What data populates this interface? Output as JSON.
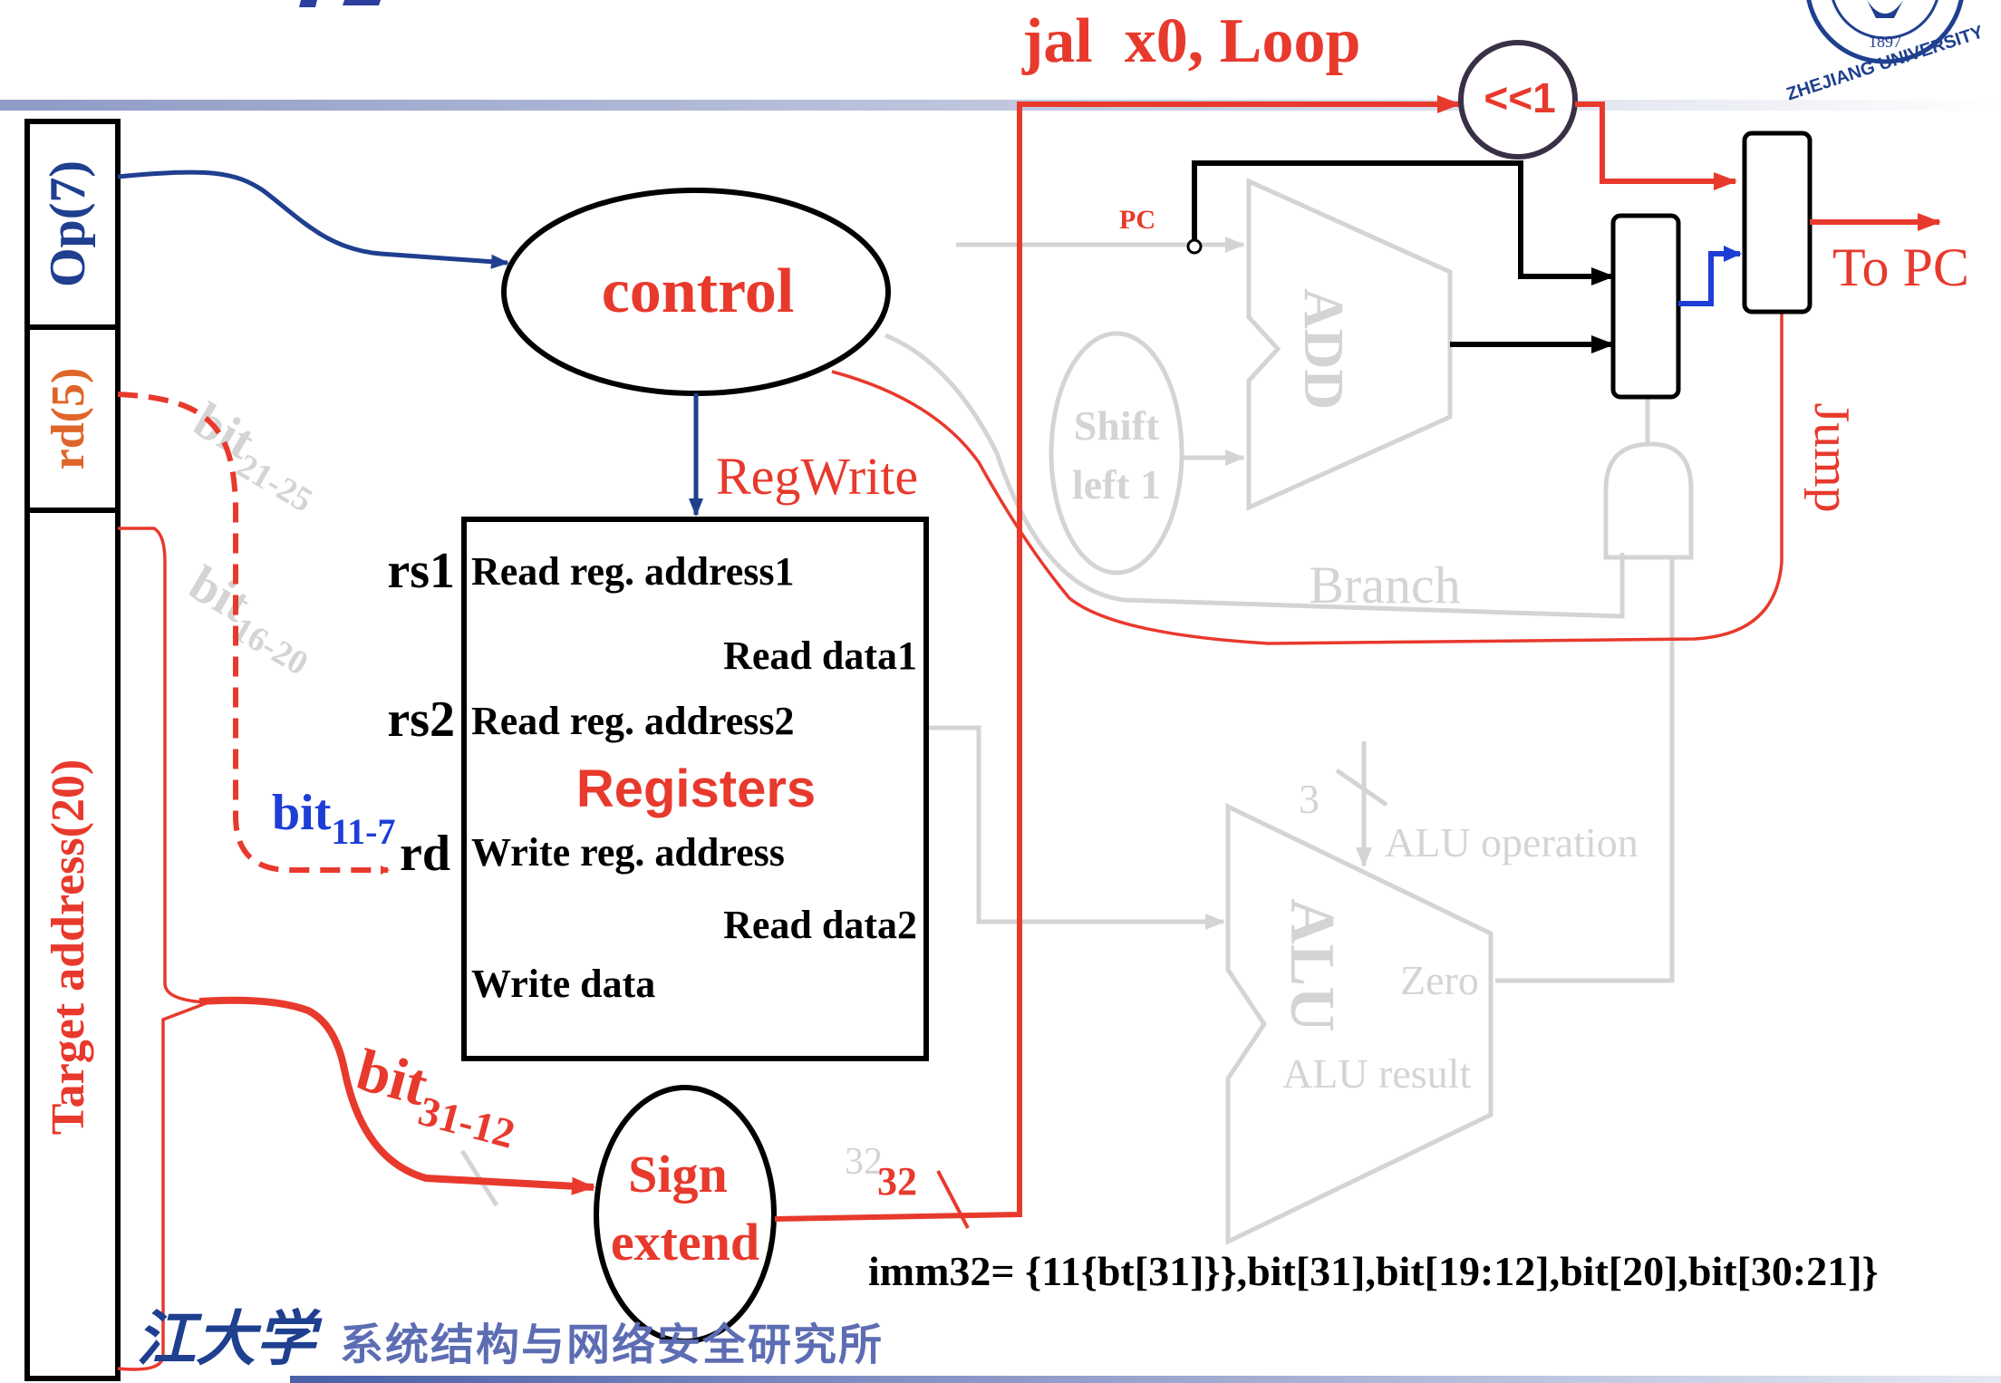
{
  "title": "jal  x0, Loop",
  "fields": {
    "op": "Op(7)",
    "rd": "rd(5)",
    "target": "Target address(20)"
  },
  "bit_ranges": {
    "b21_25": "bit",
    "b21_25_sub": "21-25",
    "b16_20": "bit",
    "b16_20_sub": "16-20",
    "b11_7": "bit",
    "b11_7_sub": "11-7",
    "b31_12": "bit",
    "b31_12_sub": "31-12"
  },
  "control": "control",
  "regwrite": "RegWrite",
  "registers": {
    "title": "Registers",
    "read_addr1": "Read reg. address1",
    "read_data1": "Read data1",
    "read_addr2": "Read reg. address2",
    "write_addr": "Write reg. address",
    "read_data2": "Read data2",
    "write_data": "Write data",
    "rs1": "rs1",
    "rs2": "rs2",
    "rd": "rd"
  },
  "sign_extend": {
    "line1": "Sign",
    "line2": "extend"
  },
  "widths": {
    "w32a": "32",
    "w32b": "32",
    "w3": "3"
  },
  "imm32": "imm32=  {11{bt[31]}},bit[31],bit[19:12],bit[20],bit[30:21]}",
  "shift_box": "<<1",
  "pc": "PC",
  "add": "ADD",
  "shift_left": {
    "line1": "Shift",
    "line2": "left 1"
  },
  "branch": "Branch",
  "to_pc": "To PC",
  "jump": "Jump",
  "alu": {
    "label": "ALU",
    "operation": "ALU operation",
    "zero": "Zero",
    "result": "ALU result"
  },
  "footer": {
    "university": "江大学",
    "institute": "系统结构与网络安全研究所",
    "seal": "ZHEJIANG UNIVERSITY",
    "seal_year": "1897"
  },
  "colors": {
    "red": "#e8392d",
    "navy": "#1f3f8f",
    "blue": "#1d3ed6",
    "orange": "#e0652a",
    "faded": "#d4d4d4",
    "black": "#000000"
  }
}
